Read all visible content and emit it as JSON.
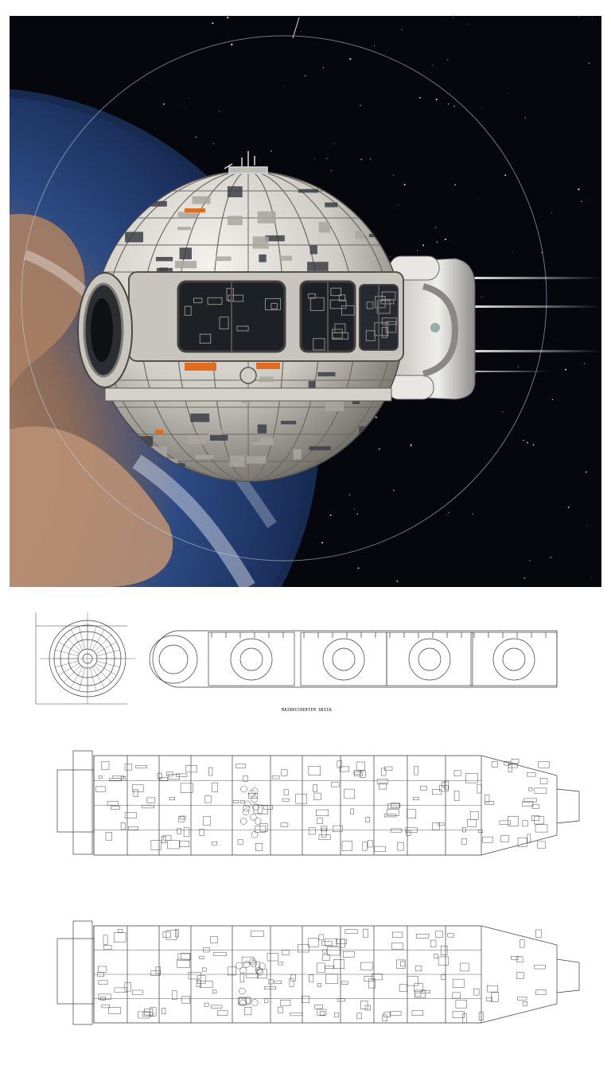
{
  "render": {
    "colors": {
      "space": "#05070d",
      "planet_ocean": "#2c4a82",
      "planet_land": "#b38463",
      "atmosphere": "#4a7fe0",
      "hull": "#d8d6d0",
      "hull_shadow": "#7c7a75",
      "accent_orange": "#e36b1e"
    },
    "icons": [
      "planet-earth",
      "spherical-station",
      "docking-ring",
      "engine-module",
      "antenna-mast"
    ]
  },
  "blueprint": {
    "caption": "MAINOCCHERTEM GRIIA",
    "line_color": "#3a3a3a"
  }
}
